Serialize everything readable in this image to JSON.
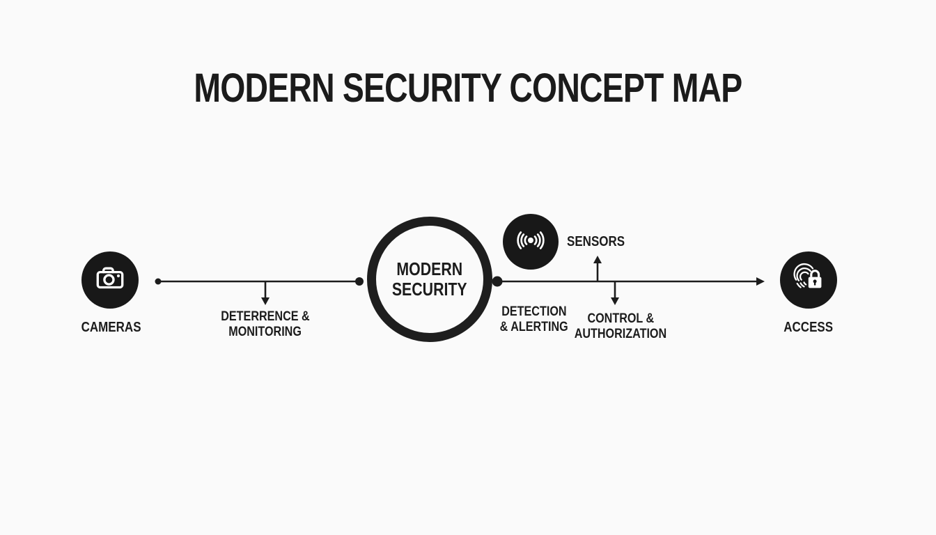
{
  "title": "MODERN SECURITY CONCEPT MAP",
  "colors": {
    "background": "#fafafa",
    "ink": "#1c1c1c",
    "node_fill": "#181818",
    "icon_stroke": "#ffffff"
  },
  "center_node": {
    "line1": "MODERN",
    "line2": "SECURITY"
  },
  "nodes": [
    {
      "id": "cameras",
      "icon": "camera-icon",
      "label": "CAMERAS"
    },
    {
      "id": "sensors",
      "icon": "sensor-waves-icon",
      "label": "SENSORS"
    },
    {
      "id": "access",
      "icon": "fingerprint-lock-icon",
      "label": "ACCESS"
    }
  ],
  "edge_labels": [
    {
      "id": "deterrence",
      "line1": "DETERRENCE &",
      "line2": "MONITORING"
    },
    {
      "id": "detection",
      "line1": "DETECTION",
      "line2": "& ALERTING"
    },
    {
      "id": "control",
      "line1": "CONTROL &",
      "line2": "AUTHORIZATION"
    }
  ]
}
